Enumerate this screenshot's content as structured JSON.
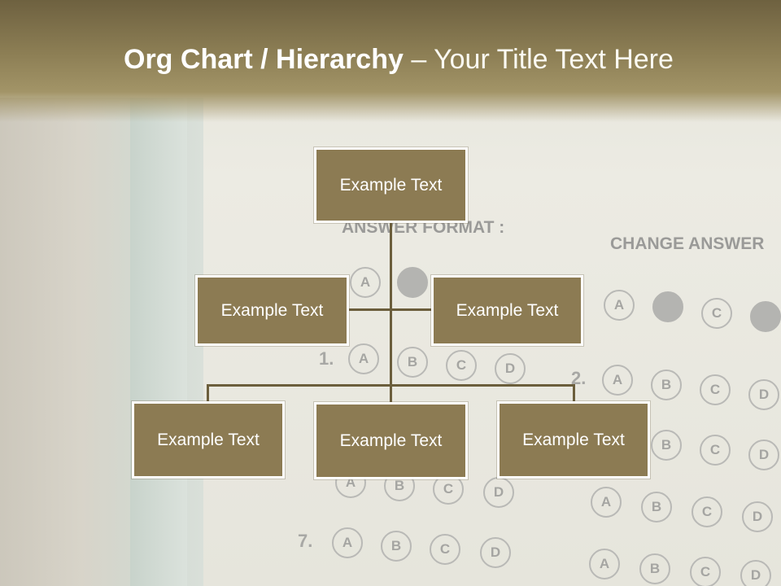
{
  "title": {
    "bold": "Org Chart / Hierarchy",
    "dash": " – ",
    "rest": "Your Title Text Here"
  },
  "background_sheet": {
    "format_label": "ANSWER FORMAT :",
    "change_label": "CHANGE ANSWER",
    "letters": [
      "A",
      "B",
      "C",
      "D"
    ],
    "question_numbers": [
      "1.",
      "2.",
      "7."
    ]
  },
  "org_chart": {
    "root": "Example Text",
    "level2": [
      "Example Text",
      "Example Text"
    ],
    "level3": [
      "Example Text",
      "Example Text",
      "Example Text"
    ]
  },
  "colors": {
    "node_fill": "#8c7b53",
    "node_border": "#ffffff",
    "connector": "#6b5e3c",
    "header_band": "#8d7f55"
  }
}
